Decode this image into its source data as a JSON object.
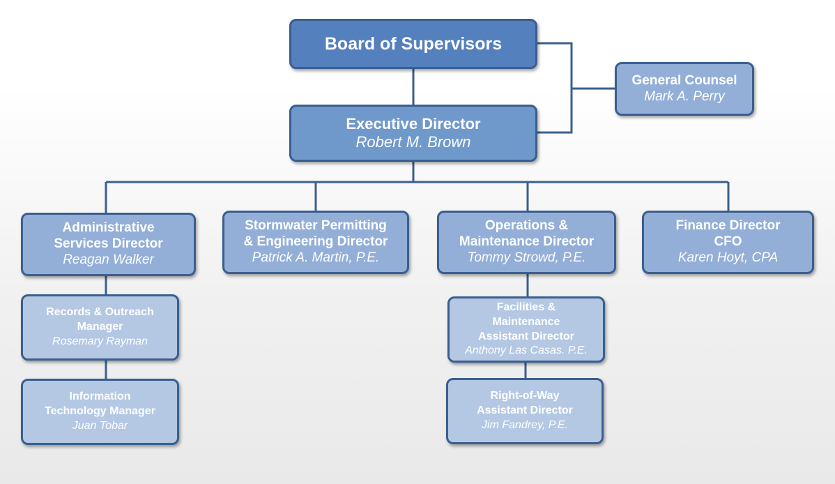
{
  "board": {
    "title": "Board of Supervisors"
  },
  "executive": {
    "title": "Executive Director",
    "name": "Robert M. Brown"
  },
  "counsel": {
    "title": "General Counsel",
    "name": "Mark A. Perry"
  },
  "admin": {
    "title_line1": "Administrative",
    "title_line2": "Services Director",
    "name": "Reagan Walker"
  },
  "stormwater": {
    "title_line1": "Stormwater Permitting",
    "title_line2": "& Engineering Director",
    "name": "Patrick A. Martin, P.E."
  },
  "operations": {
    "title_line1": "Operations &",
    "title_line2": "Maintenance Director",
    "name": "Tommy Strowd, P.E."
  },
  "finance": {
    "title_line1": "Finance Director",
    "title_line2": "CFO",
    "name": "Karen Hoyt, CPA"
  },
  "records": {
    "title_line1": "Records & Outreach",
    "title_line2": "Manager",
    "name": "Rosemary Rayman"
  },
  "it": {
    "title_line1": "Information",
    "title_line2": "Technology Manager",
    "name": "Juan Tobar"
  },
  "facilities": {
    "title_line1": "Facilities &",
    "title_line2": "Maintenance",
    "title_line3": "Assistant Director",
    "name": "Anthony Las Casas. P.E."
  },
  "row": {
    "title_line1": "Right-of-Way",
    "title_line2": "Assistant Director",
    "name": "Jim Fandrey, P.E."
  },
  "colors": {
    "line": "#3a5f8f",
    "level1_fill": "#5480bd",
    "level2_fill": "#7099cb",
    "level3_fill": "#93afd8",
    "level4_fill": "#b4c8e4"
  }
}
